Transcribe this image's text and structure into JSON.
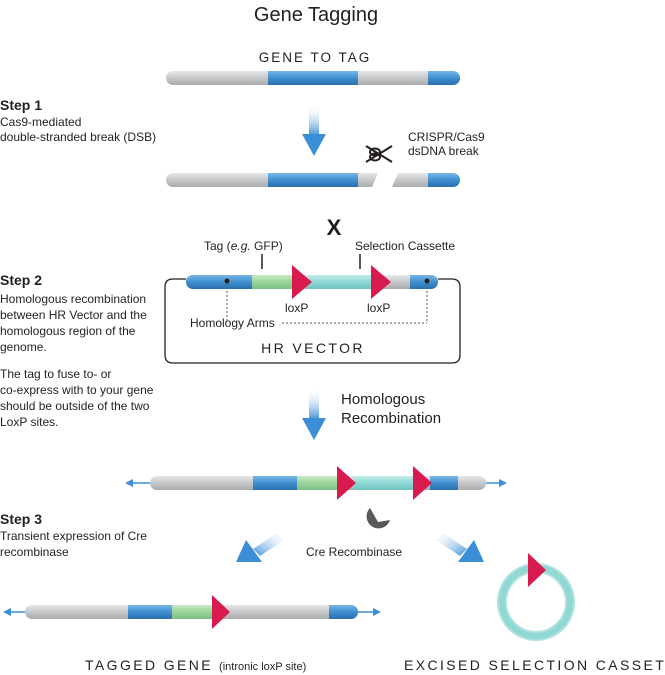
{
  "title": "Gene Tagging",
  "gene_label": "GENE TO TAG",
  "step1": {
    "heading": "Step 1",
    "lines": [
      "Cas9-mediated",
      "double-stranded break (DSB)"
    ]
  },
  "crispr": {
    "lines": [
      "CRISPR/Cas9",
      "dsDNA break"
    ]
  },
  "cross_symbol": "X",
  "tag_label": {
    "prefix": "Tag (",
    "italic": "e.g.",
    "suffix": " GFP)"
  },
  "selection_label": "Selection Cassette",
  "loxp_label": "loxP",
  "homology_label": "Homology Arms",
  "hr_vector_label": "HR VECTOR",
  "step2": {
    "heading": "Step 2",
    "lines": [
      "Homologous recombination",
      "between HR Vector and the",
      "homologous region of the",
      "genome."
    ],
    "note_lines": [
      "The tag to fuse to- or",
      "co-express with to your gene",
      "should be outside of the two",
      "LoxP sites."
    ]
  },
  "homologous_recombination": [
    "Homologous",
    "Recombination"
  ],
  "step3": {
    "heading": "Step 3",
    "lines": [
      "Transient expression of Cre",
      "recombinase"
    ]
  },
  "cre_label": "Cre Recombinase",
  "tagged_gene": {
    "main": "TAGGED GENE",
    "note": "(intronic loxP site)"
  },
  "excised_label": "EXCISED SELECTION CASSETTE",
  "colors": {
    "gray_dna": "#c8c9cb",
    "blue_exon": "#3f8fd0",
    "green_tag": "#9bd49b",
    "teal_cassette": "#8fd8d4",
    "loxp_red": "#d81b4e",
    "arrow_blue": "#3b8fd6",
    "text": "#231f20"
  },
  "icons": [
    "scissors-icon",
    "pacman-enzyme-icon",
    "loxp-triangle-icon",
    "down-arrow-icon"
  ]
}
